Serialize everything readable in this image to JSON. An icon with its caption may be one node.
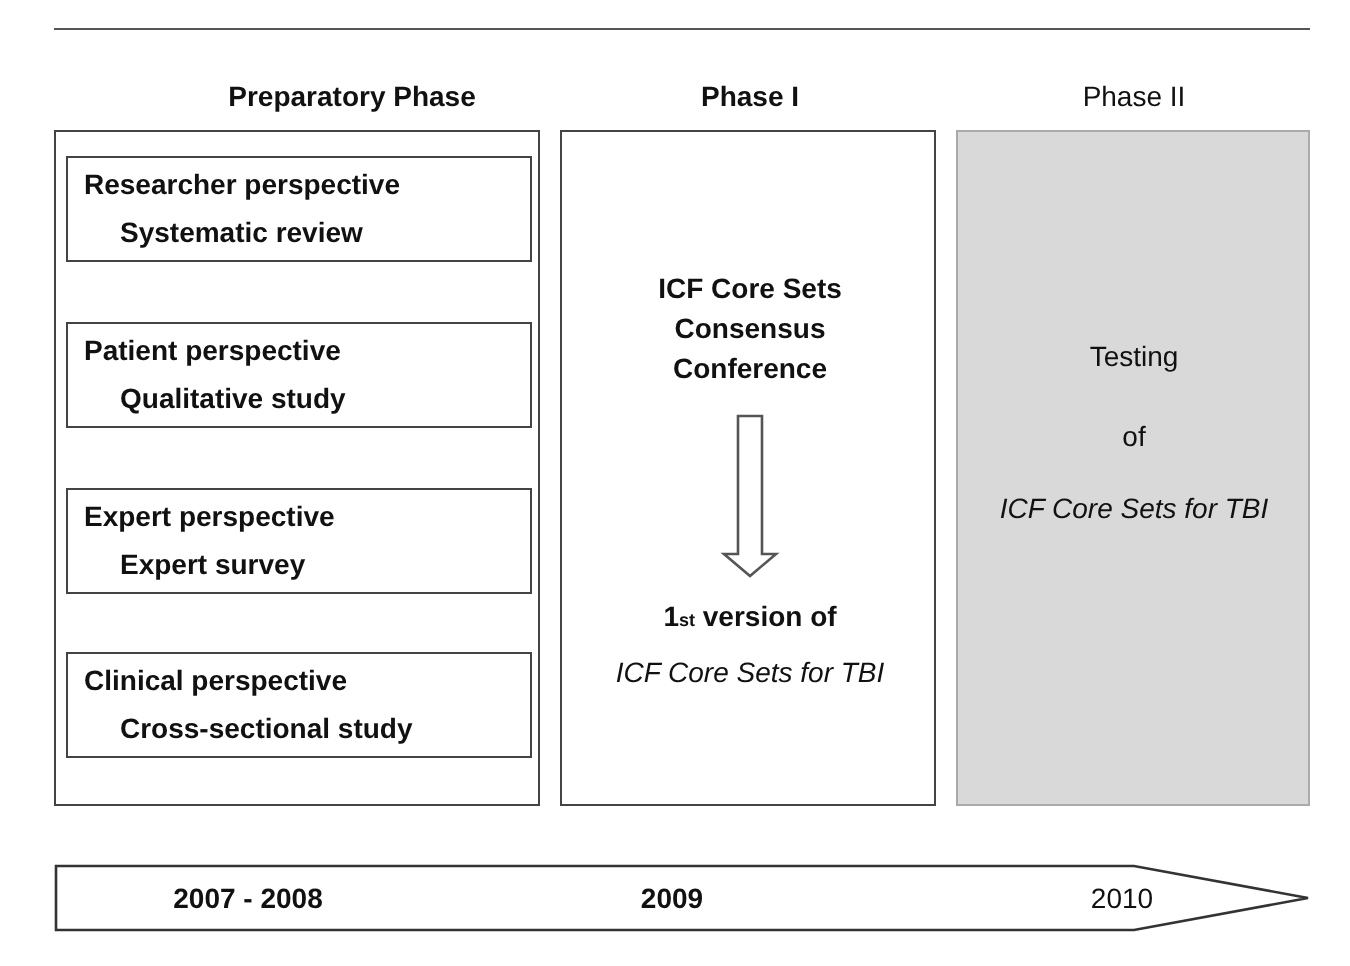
{
  "diagram": {
    "nodes": [
      {
        "text": [
          "Preparatory Phase"
        ]
      },
      {
        "text": [
          "Researcher perspective",
          "Systematic review"
        ],
        "in": 0
      },
      {
        "text": [
          "Patient perspective",
          "Qualitative study"
        ],
        "in": 0
      },
      {
        "text": [
          "Expert perspective",
          "Expert survey"
        ],
        "in": 0
      },
      {
        "text": [
          "Clinical perspective",
          "Cross-sectional study"
        ],
        "in": 0
      },
      {
        "text": [
          "Phase I"
        ]
      },
      {
        "text": [
          "ICF Core Sets Consensus Conference"
        ],
        "in": 5
      },
      {
        "text": [
          "1$_{st}$ version of *ICF Core Sets for TBI*"
        ],
        "in": 5
      },
      {
        "text": [
          "Phase II",
          "Testing",
          "of",
          "ICF Core Sets for TBI"
        ]
      },
      {
        "text": [
          "2007 - 2008",
          "2009",
          "2010"
        ]
      }
    ],
    "edges": [
      {
        "from": 6,
        "to": 7,
        "arrow": "to"
      }
    ]
  }
}
